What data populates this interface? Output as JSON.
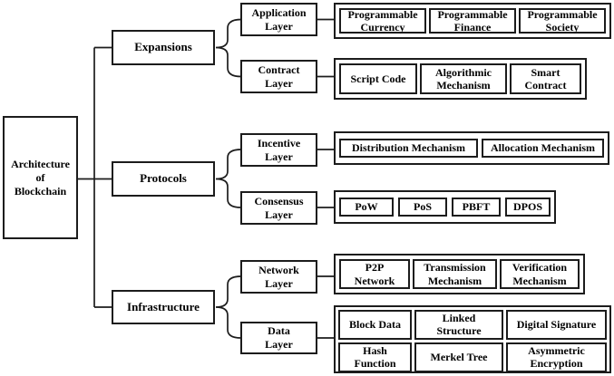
{
  "root": {
    "label": "Architecture\nof\nBlockchain"
  },
  "branches": [
    {
      "label": "Expansions",
      "layers": [
        {
          "label": "Application\nLayer",
          "rows": [
            [
              "Programmable\nCurrency",
              "Programmable\nFinance",
              "Programmable\nSociety"
            ]
          ]
        },
        {
          "label": "Contract\nLayer",
          "rows": [
            [
              "Script Code",
              "Algorithmic\nMechanism",
              "Smart\nContract"
            ]
          ]
        }
      ]
    },
    {
      "label": "Protocols",
      "layers": [
        {
          "label": "Incentive\nLayer",
          "rows": [
            [
              "Distribution Mechanism",
              "Allocation Mechanism"
            ]
          ]
        },
        {
          "label": "Consensus\nLayer",
          "rows": [
            [
              "PoW",
              "PoS",
              "PBFT",
              "DPOS"
            ]
          ]
        }
      ]
    },
    {
      "label": "Infrastructure",
      "layers": [
        {
          "label": "Network\nLayer",
          "rows": [
            [
              "P2P\nNetwork",
              "Transmission\nMechanism",
              "Verification\nMechanism"
            ]
          ]
        },
        {
          "label": "Data\nLayer",
          "rows": [
            [
              "Block Data",
              "Linked\nStructure",
              "Digital Signature"
            ],
            [
              "Hash\nFunction",
              "Merkel Tree",
              "Asymmetric\nEncryption"
            ]
          ]
        }
      ]
    }
  ],
  "colors": {
    "line": "#1c1c1c",
    "box_border": "#1c1c1c",
    "background": "#ffffff",
    "text": "#000000"
  }
}
